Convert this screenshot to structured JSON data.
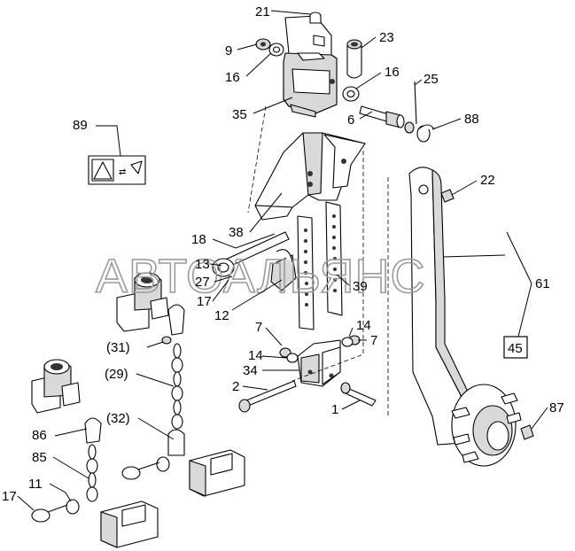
{
  "watermark": "АВТОАЛЬЯНС",
  "callouts": [
    {
      "id": "c21",
      "label": "21"
    },
    {
      "id": "c23",
      "label": "23"
    },
    {
      "id": "c9",
      "label": "9"
    },
    {
      "id": "c16a",
      "label": "16"
    },
    {
      "id": "c16b",
      "label": "16"
    },
    {
      "id": "c25",
      "label": "25"
    },
    {
      "id": "c35",
      "label": "35"
    },
    {
      "id": "c6",
      "label": "6"
    },
    {
      "id": "c88",
      "label": "88"
    },
    {
      "id": "c89",
      "label": "89"
    },
    {
      "id": "c22",
      "label": "22"
    },
    {
      "id": "c38",
      "label": "38"
    },
    {
      "id": "c18",
      "label": "18"
    },
    {
      "id": "c13",
      "label": "13"
    },
    {
      "id": "c27",
      "label": "27"
    },
    {
      "id": "c17a",
      "label": "17"
    },
    {
      "id": "c12",
      "label": "12"
    },
    {
      "id": "c39",
      "label": "39"
    },
    {
      "id": "c61",
      "label": "61"
    },
    {
      "id": "c7a",
      "label": "7"
    },
    {
      "id": "c14a",
      "label": "14"
    },
    {
      "id": "c14b",
      "label": "14"
    },
    {
      "id": "c7b",
      "label": "7"
    },
    {
      "id": "c31",
      "label": "(31)"
    },
    {
      "id": "c34",
      "label": "34"
    },
    {
      "id": "c45",
      "label": "45"
    },
    {
      "id": "c29",
      "label": "(29)"
    },
    {
      "id": "c2",
      "label": "2"
    },
    {
      "id": "c1",
      "label": "1"
    },
    {
      "id": "c87",
      "label": "87"
    },
    {
      "id": "c32",
      "label": "(32)"
    },
    {
      "id": "c86",
      "label": "86"
    },
    {
      "id": "c85",
      "label": "85"
    },
    {
      "id": "c11",
      "label": "11"
    },
    {
      "id": "c17b",
      "label": "17"
    }
  ]
}
